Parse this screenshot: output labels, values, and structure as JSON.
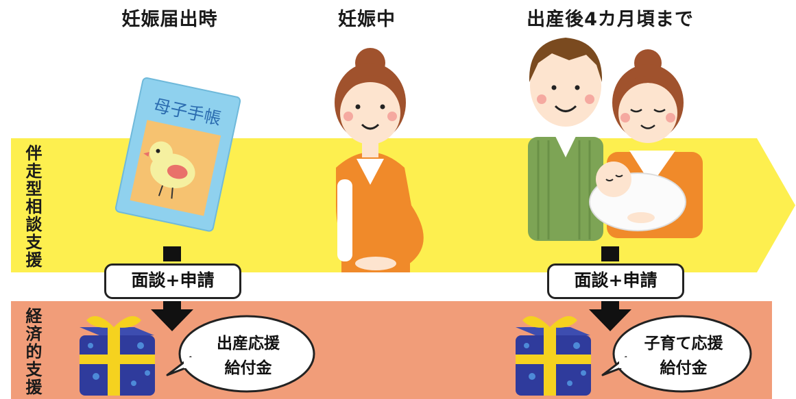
{
  "stages": [
    {
      "label": "妊娠届出時"
    },
    {
      "label": "妊娠中"
    },
    {
      "label": "出産後4カ月頃まで"
    }
  ],
  "bands": {
    "consultation": {
      "label": "伴走型相談支援",
      "color": "#fdef4f"
    },
    "economic": {
      "label": "経済的支援",
      "color": "#f19d79"
    }
  },
  "handbook": {
    "title": "母子手帳",
    "color": "#8fd1ee"
  },
  "steps": [
    {
      "label": "面談+申請"
    },
    {
      "label": "面談+申請"
    }
  ],
  "grants": [
    {
      "line1": "出産応援",
      "line2": "給付金"
    },
    {
      "line1": "子育て応援",
      "line2": "給付金"
    }
  ],
  "colors": {
    "gift_box": "#2f3b9c",
    "ribbon": "#f5d21f",
    "dress": "#f08a2a",
    "shirt": "#7da455",
    "hair": "#a0522d"
  }
}
